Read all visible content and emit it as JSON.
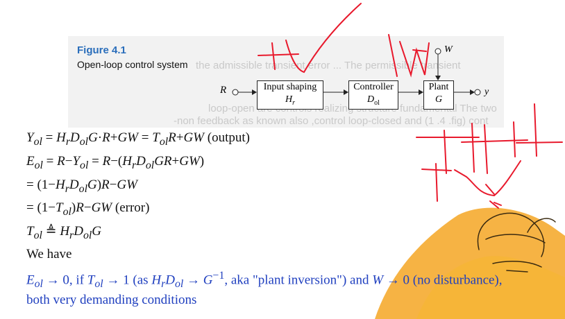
{
  "figure": {
    "title": "Figure 4.1",
    "subtitle": "Open-loop control system",
    "blocks": [
      {
        "label": "Input shaping",
        "symbol": "Hr"
      },
      {
        "label": "Controller",
        "symbol": "Dol"
      },
      {
        "label": "Plant",
        "symbol": "G"
      }
    ],
    "signals": {
      "input": "R",
      "disturbance": "W",
      "output": "y"
    }
  },
  "equations": [
    "Yol = HrDolG·R+GW = TolR+GW (output)",
    "Eol = R−Yol = R−(HrDolGR+GW)",
    "= (1−HrDolG)R−GW",
    "= (1−Tol)R−GW (error)",
    "Tol ≜ HrDolG"
  ],
  "text": {
    "we_have": "We have",
    "conclusion_line1": "Eol → 0, if Tol → 1 (as HrDol → G−1, aka \"plant inversion\") and W → 0 (no disturbance),",
    "conclusion_line2": "both very demanding conditions"
  },
  "colors": {
    "figure_title": "#2a6ebb",
    "conclusion": "#1f3fbf",
    "annotation": "#e8192c",
    "highlight": "#f5a623"
  }
}
